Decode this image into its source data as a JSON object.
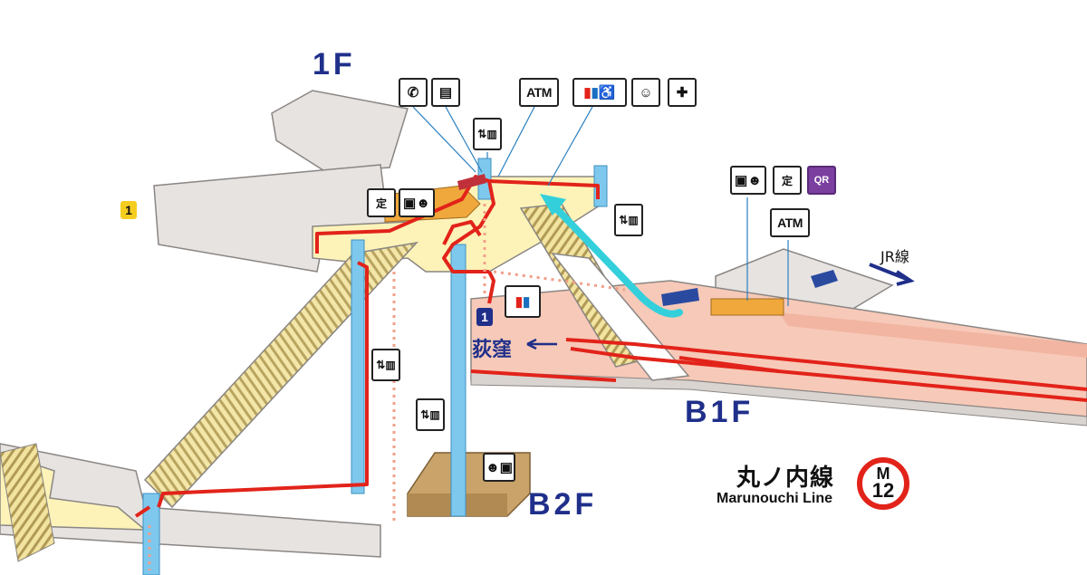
{
  "floors": {
    "f1": "1F",
    "b1": "B1F",
    "b2": "B2F"
  },
  "exits": {
    "exit1_yellow": "1",
    "exit1_navy": "1"
  },
  "destination": {
    "text": "荻窪"
  },
  "transfer": {
    "jr": "JR線"
  },
  "facility_icons": {
    "telephone": "phone-icon",
    "lockers": "coin-locker-icon",
    "atm_label": "ATM",
    "toilets": "toilet-icon",
    "accessible_toilet": "wheelchair-icon",
    "baby_room": "baby-care-icon",
    "first_aid": "first-aid-icon",
    "elevator": "elevator-icon",
    "ticket_machine": "ticket-machine-icon",
    "staff_window": "station-staff-icon",
    "commuter_pass_char": "定",
    "qr_label": "QR",
    "station_office": "station-office-icon"
  },
  "line": {
    "name_ja": "丸ノ内線",
    "name_en": "Marunouchi Line",
    "badge_letter": "M",
    "badge_number": "12"
  },
  "colors": {
    "floor_label": "#1f2f8a",
    "route_red": "#e2231a",
    "elevator_blue": "#7ec8ee",
    "concourse_yellow": "#fdf3b8",
    "platform_pink": "#f7c9b8",
    "ground_gray": "#e6e3e1",
    "escalator_arrow": "#33d0dc",
    "b2_tan": "#c9a36a",
    "exit_yellow": "#f5cd1f",
    "exit_navy": "#1f2f8a",
    "line_red": "#e2231a"
  }
}
